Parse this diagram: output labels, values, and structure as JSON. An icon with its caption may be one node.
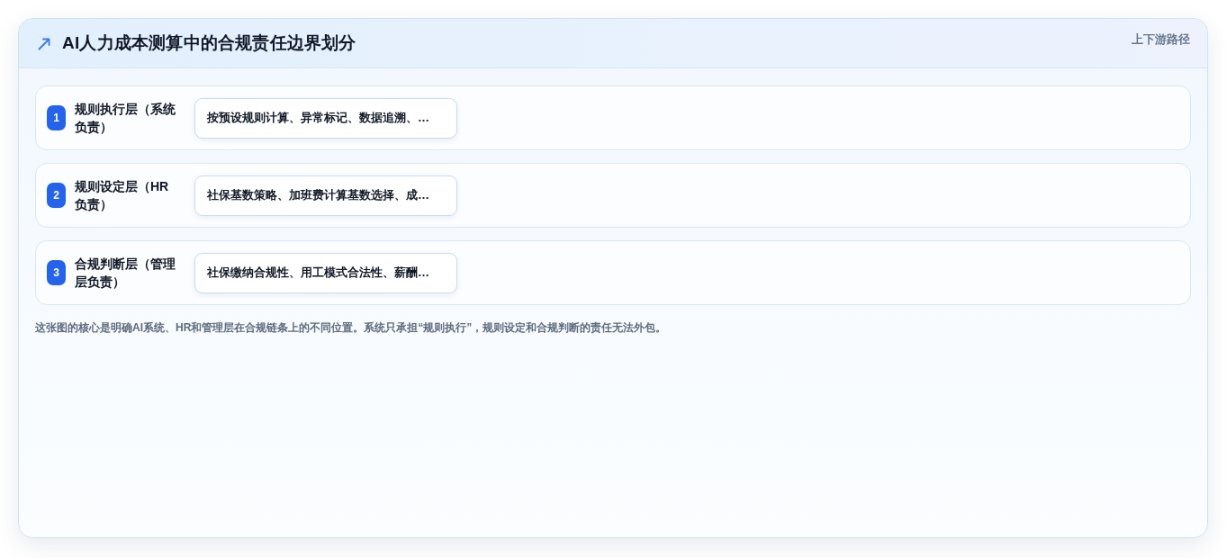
{
  "diagram": {
    "title": "AI人力成本测算中的合规责任边界划分",
    "nodes": [
      {
        "text": [
          "规则执行层（系统负责）"
        ]
      },
      {
        "text": [
          "1"
        ],
        "in": 0
      },
      {
        "text": [
          "按预设规则计算、异常标记、数据追溯、…"
        ],
        "in": 0
      },
      {
        "text": [
          "规则设定层（HR负责）"
        ]
      },
      {
        "text": [
          "2"
        ],
        "in": 3
      },
      {
        "text": [
          "社保基数策略、加班费计算基数选择、成…"
        ],
        "in": 3
      },
      {
        "text": [
          "合规判断层（管理层负责）"
        ]
      },
      {
        "text": [
          "3"
        ],
        "in": 6
      },
      {
        "text": [
          "社保缴纳合规性、用工模式合法性、薪酬…"
        ],
        "in": 6
      }
    ],
    "labels": [
      "上下游路径"
    ],
    "caption": "这张图的核心是明确AI系统、HR和管理层在合规链条上的不同位置。系统只承担“规则执行”，规则设定和合规判断的责任无法外包。"
  }
}
